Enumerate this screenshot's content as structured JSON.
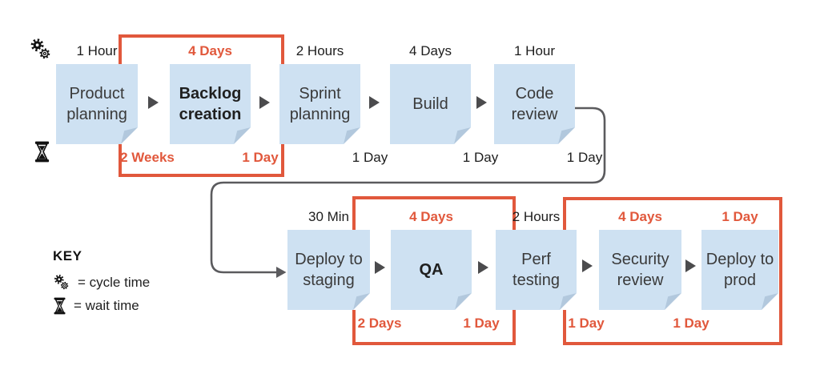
{
  "key": {
    "title": "KEY",
    "cycle_label": "= cycle time",
    "wait_label": "= wait time"
  },
  "process": {
    "rows": [
      {
        "steps": [
          {
            "title": "Product planning",
            "cycle_time": "1 Hour",
            "wait_time": "2 Weeks"
          },
          {
            "title": "Backlog creation",
            "cycle_time": "4 Days",
            "wait_time": "1 Day"
          },
          {
            "title": "Sprint planning",
            "cycle_time": "2 Hours",
            "wait_time": "1 Day"
          },
          {
            "title": "Build",
            "cycle_time": "4 Days",
            "wait_time": "1 Day"
          },
          {
            "title": "Code review",
            "cycle_time": "1 Hour",
            "wait_time": "1 Day"
          }
        ]
      },
      {
        "steps": [
          {
            "title": "Deploy to staging",
            "cycle_time": "30 Min",
            "wait_time": "2 Days"
          },
          {
            "title": "QA",
            "cycle_time": "4 Days",
            "wait_time": "1 Day"
          },
          {
            "title": "Perf testing",
            "cycle_time": "2 Hours",
            "wait_time": "1 Day"
          },
          {
            "title": "Security review",
            "cycle_time": "4 Days",
            "wait_time": "1 Day"
          },
          {
            "title": "Deploy to prod",
            "cycle_time": "1 Day"
          }
        ]
      }
    ],
    "highlighted_steps": [
      "Backlog creation",
      "QA",
      "Security review",
      "Deploy to prod"
    ]
  },
  "colors": {
    "highlight_red": "#E1583C",
    "note_blue": "#CEE1F2",
    "note_fold": "#B2C8DD",
    "arrow_gray": "#4B4B4D",
    "connector_gray": "#5B5B5E",
    "text_dark": "#3A3A3A"
  }
}
